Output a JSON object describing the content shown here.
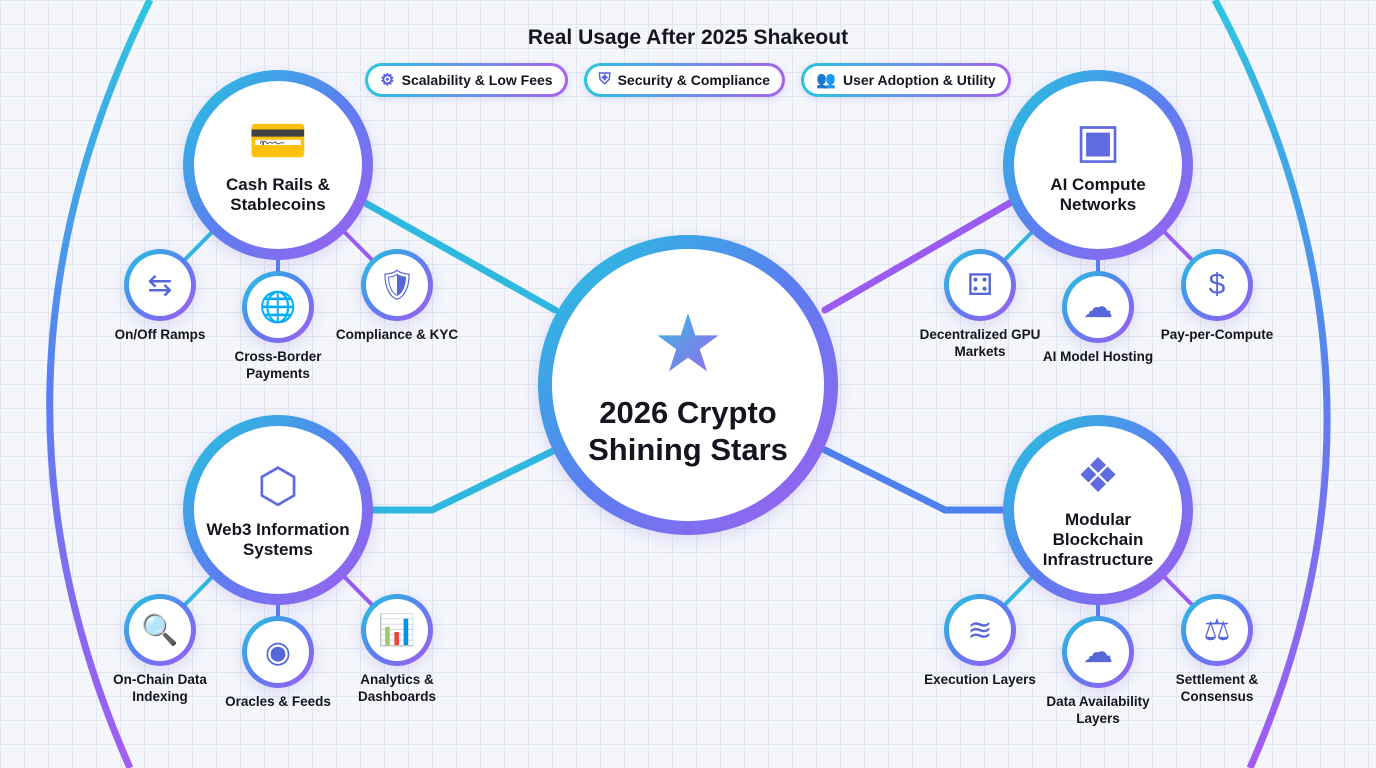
{
  "title": "Real Usage After 2025 Shakeout",
  "pills": [
    {
      "icon": "rocket-gear-icon",
      "glyph": "⚙",
      "label": "Scalability & Low Fees"
    },
    {
      "icon": "shield-icon",
      "glyph": "⛨",
      "label": "Security & Compliance"
    },
    {
      "icon": "users-icon",
      "glyph": "👥",
      "label": "User Adoption & Utility"
    }
  ],
  "center": {
    "label_line1": "2026 Crypto",
    "label_line2": "Shining Stars",
    "icon": "circuit-star-icon",
    "glyph": "★"
  },
  "colors": {
    "cyan": "#22c8dc",
    "blue": "#5b7ff0",
    "purple": "#a45cf0"
  },
  "hubs": [
    {
      "id": "cash-rails",
      "label": "Cash Rails & Stablecoins",
      "icon": "credit-card-lock-icon",
      "glyph": "💳",
      "children": [
        {
          "label": "On/Off Ramps",
          "icon": "arrows-in-out-icon",
          "glyph": "⇆"
        },
        {
          "label": "Cross-Border Payments",
          "icon": "globe-icon",
          "glyph": "🌐"
        },
        {
          "label": "Compliance & KYC",
          "icon": "shield-check-icon",
          "glyph": "🛡"
        }
      ]
    },
    {
      "id": "ai-compute",
      "label": "AI Compute Networks",
      "icon": "ai-chip-icon",
      "glyph": "▣",
      "children": [
        {
          "label": "Decentralized GPU Markets",
          "icon": "gpu-network-icon",
          "glyph": "⚃"
        },
        {
          "label": "AI Model Hosting",
          "icon": "cloud-brain-icon",
          "glyph": "☁"
        },
        {
          "label": "Pay-per-Compute",
          "icon": "pay-icon",
          "glyph": "$"
        }
      ]
    },
    {
      "id": "web3-info",
      "label": "Web3 Information Systems",
      "icon": "network-graph-icon",
      "glyph": "⬡",
      "children": [
        {
          "label": "On-Chain Data Indexing",
          "icon": "magnifier-data-icon",
          "glyph": "🔍"
        },
        {
          "label": "Oracles & Feeds",
          "icon": "eye-icon",
          "glyph": "◉"
        },
        {
          "label": "Analytics & Dashboards",
          "icon": "dashboard-chart-icon",
          "glyph": "📊"
        }
      ]
    },
    {
      "id": "modular",
      "label": "Modular Blockchain Infrastructure",
      "icon": "cubes-icon",
      "glyph": "❖",
      "children": [
        {
          "label": "Execution Layers",
          "icon": "layers-icon",
          "glyph": "≋"
        },
        {
          "label": "Data Availability Layers",
          "icon": "cloud-database-icon",
          "glyph": "☁"
        },
        {
          "label": "Settlement & Consensus",
          "icon": "scales-gavel-icon",
          "glyph": "⚖"
        }
      ]
    }
  ]
}
